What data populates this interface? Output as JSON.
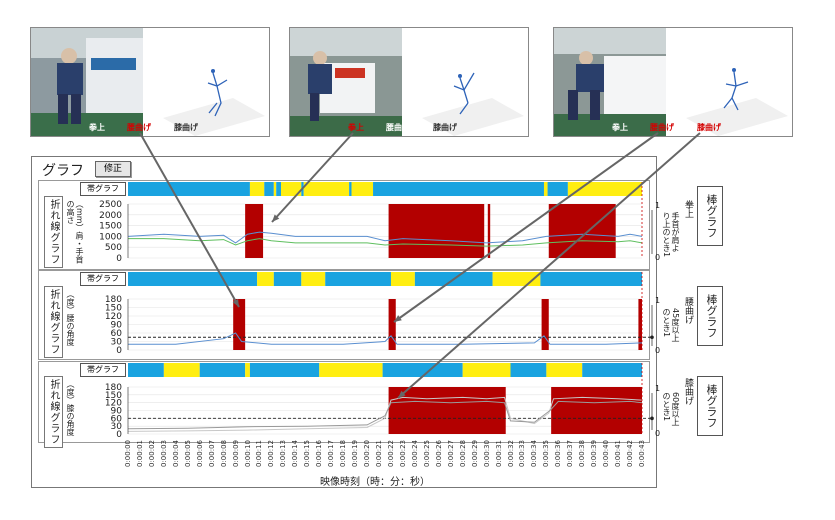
{
  "thumbnails": [
    {
      "labels": [
        {
          "text": "拳上",
          "color": "#ffffff"
        },
        {
          "text": "腰曲げ",
          "color": "#d40000"
        },
        {
          "text": "膝曲げ",
          "color": "#ffffff"
        }
      ]
    },
    {
      "labels": [
        {
          "text": "拳上",
          "color": "#d40000"
        },
        {
          "text": "腰曲げ",
          "color": "#ffffff"
        },
        {
          "text": "膝曲げ",
          "color": "#ffffff"
        }
      ]
    },
    {
      "labels": [
        {
          "text": "拳上",
          "color": "#ffffff"
        },
        {
          "text": "腰曲げ",
          "color": "#d40000"
        },
        {
          "text": "膝曲げ",
          "color": "#d40000"
        }
      ]
    }
  ],
  "window": {
    "title": "グラフ",
    "fix_button": "修正"
  },
  "band_label": "帯グラフ",
  "line_graph_label": "折れ線グラフ",
  "bar_graph_label": "棒グラフ",
  "x_axis_label": "映像時刻（時：分：秒）",
  "x_ticks": [
    "0:00:00",
    "0:00:01",
    "0:00:02",
    "0:00:03",
    "0:00:04",
    "0:00:05",
    "0:00:06",
    "0:00:07",
    "0:00:08",
    "0:00:09",
    "0:00:10",
    "0:00:11",
    "0:00:12",
    "0:00:13",
    "0:00:14",
    "0:00:15",
    "0:00:16",
    "0:00:17",
    "0:00:18",
    "0:00:19",
    "0:00:20",
    "0:00:21",
    "0:00:22",
    "0:00:23",
    "0:00:24",
    "0:00:25",
    "0:00:26",
    "0:00:27",
    "0:00:28",
    "0:00:29",
    "0:00:30",
    "0:00:31",
    "0:00:32",
    "0:00:33",
    "0:00:34",
    "0:00:35",
    "0:00:36",
    "0:00:37",
    "0:00:38",
    "0:00:39",
    "0:00:40",
    "0:00:41",
    "0:00:42",
    "0:00:43"
  ],
  "colors": {
    "band_blue": "#1aa3e0",
    "band_yellow": "#ffee11",
    "bar_red": "#b30000",
    "line_blue": "#5a8fd0",
    "line_green": "#5fbf5f"
  },
  "chart_data": [
    {
      "type": "line",
      "name": "raise",
      "ylabel": "（mm）肩・手首の高さ",
      "yticks": [
        "2500",
        "2000",
        "1500",
        "1000",
        "500",
        "0"
      ],
      "ylim": [
        0,
        2500
      ],
      "right_label": "拳上",
      "right_note": "手首が肩より上のとき1",
      "right_ticks": [
        "1",
        "0"
      ],
      "band": [
        [
          "b",
          0,
          10.2
        ],
        [
          "y",
          10.2,
          11.4
        ],
        [
          "b",
          11.4,
          12.2
        ],
        [
          "y",
          12.2,
          12.4
        ],
        [
          "b",
          12.4,
          12.8
        ],
        [
          "y",
          12.8,
          14.5
        ],
        [
          "b",
          14.5,
          14.7
        ],
        [
          "y",
          14.7,
          18.5
        ],
        [
          "b",
          18.5,
          18.7
        ],
        [
          "y",
          18.7,
          20.5
        ],
        [
          "b",
          20.5,
          34.8
        ],
        [
          "y",
          34.8,
          35.1
        ],
        [
          "b",
          35.1,
          36.8
        ],
        [
          "y",
          36.8,
          43
        ]
      ],
      "bars": [
        [
          9.8,
          11.3
        ],
        [
          21.8,
          29.8
        ],
        [
          30.1,
          30.3
        ],
        [
          35.2,
          40.8
        ]
      ],
      "series": [
        {
          "color": "line_blue",
          "points": [
            [
              0,
              1000
            ],
            [
              3,
              1100
            ],
            [
              6,
              1000
            ],
            [
              8,
              1050
            ],
            [
              9,
              700
            ],
            [
              10,
              1100
            ],
            [
              11,
              1200
            ],
            [
              12,
              1150
            ],
            [
              14,
              1000
            ],
            [
              16,
              1000
            ],
            [
              20,
              1000
            ],
            [
              21.5,
              800
            ],
            [
              23,
              900
            ],
            [
              27,
              800
            ],
            [
              30,
              700
            ],
            [
              33,
              800
            ],
            [
              35,
              1000
            ],
            [
              38,
              1100
            ],
            [
              41,
              1000
            ],
            [
              42,
              1100
            ],
            [
              43,
              1000
            ]
          ]
        },
        {
          "color": "line_green",
          "points": [
            [
              0,
              900
            ],
            [
              3,
              900
            ],
            [
              6,
              800
            ],
            [
              8,
              850
            ],
            [
              9,
              600
            ],
            [
              10,
              800
            ],
            [
              11,
              900
            ],
            [
              12,
              800
            ],
            [
              14,
              700
            ],
            [
              16,
              700
            ],
            [
              20,
              700
            ],
            [
              21.5,
              600
            ],
            [
              23,
              650
            ],
            [
              27,
              600
            ],
            [
              30,
              550
            ],
            [
              33,
              600
            ],
            [
              35,
              700
            ],
            [
              38,
              800
            ],
            [
              41,
              750
            ],
            [
              42,
              800
            ],
            [
              43,
              700
            ]
          ]
        }
      ]
    },
    {
      "type": "line",
      "name": "waist",
      "ylabel": "（度）腰の角度",
      "yticks": [
        "180",
        "150",
        "120",
        "90",
        "60",
        "30",
        "0"
      ],
      "ylim": [
        0,
        180
      ],
      "threshold": 45,
      "right_label": "腰曲げ",
      "right_note": "45度以上のとき1",
      "right_ticks": [
        "1",
        "0"
      ],
      "band": [
        [
          "b",
          0,
          10.8
        ],
        [
          "y",
          10.8,
          12.2
        ],
        [
          "b",
          12.2,
          14.5
        ],
        [
          "y",
          14.5,
          16.5
        ],
        [
          "b",
          16.5,
          22
        ],
        [
          "y",
          22,
          24
        ],
        [
          "b",
          24,
          30.5
        ],
        [
          "y",
          30.5,
          34.5
        ],
        [
          "b",
          34.5,
          43
        ]
      ],
      "bars": [
        [
          8.8,
          9.8
        ],
        [
          21.8,
          22.4
        ],
        [
          34.6,
          35.2
        ],
        [
          42.7,
          43
        ]
      ],
      "series": [
        {
          "color": "line_blue",
          "points": [
            [
              0,
              20
            ],
            [
              4,
              20
            ],
            [
              8,
              40
            ],
            [
              9,
              60
            ],
            [
              9.5,
              30
            ],
            [
              12,
              20
            ],
            [
              18,
              20
            ],
            [
              21.5,
              30
            ],
            [
              22,
              50
            ],
            [
              22.5,
              20
            ],
            [
              28,
              20
            ],
            [
              34,
              25
            ],
            [
              34.8,
              50
            ],
            [
              35.3,
              20
            ],
            [
              40,
              20
            ],
            [
              43,
              25
            ]
          ]
        }
      ]
    },
    {
      "type": "line",
      "name": "knee",
      "ylabel": "（度）膝の角度",
      "yticks": [
        "180",
        "150",
        "120",
        "90",
        "60",
        "30",
        "0"
      ],
      "ylim": [
        0,
        180
      ],
      "threshold": 60,
      "right_label": "膝曲げ",
      "right_note": "60度以上のとき1",
      "right_ticks": [
        "1",
        "0"
      ],
      "band": [
        [
          "b",
          0,
          3
        ],
        [
          "y",
          3,
          6
        ],
        [
          "b",
          6,
          9.8
        ],
        [
          "y",
          9.8,
          10.2
        ],
        [
          "b",
          10.2,
          16
        ],
        [
          "y",
          16,
          21.3
        ],
        [
          "b",
          21.3,
          28
        ],
        [
          "y",
          28,
          32
        ],
        [
          "b",
          32,
          35
        ],
        [
          "y",
          35,
          38
        ],
        [
          "b",
          38,
          43
        ]
      ],
      "bars": [
        [
          21.8,
          31.6
        ],
        [
          35.4,
          43
        ]
      ],
      "series": [
        {
          "color": "#c8c8c8",
          "points": [
            [
              0,
              10
            ],
            [
              5,
              12
            ],
            [
              10,
              15
            ],
            [
              15,
              20
            ],
            [
              20,
              25
            ],
            [
              21.5,
              60
            ],
            [
              22,
              130
            ],
            [
              23,
              140
            ],
            [
              25,
              135
            ],
            [
              28,
              140
            ],
            [
              30,
              135
            ],
            [
              31.5,
              140
            ],
            [
              32,
              60
            ],
            [
              34,
              40
            ],
            [
              35.2,
              80
            ],
            [
              35.6,
              135
            ],
            [
              38,
              140
            ],
            [
              41,
              135
            ],
            [
              43,
              130
            ]
          ]
        },
        {
          "color": "#9a9a9a",
          "points": [
            [
              0,
              20
            ],
            [
              5,
              22
            ],
            [
              10,
              28
            ],
            [
              15,
              30
            ],
            [
              20,
              35
            ],
            [
              21.5,
              70
            ],
            [
              22,
              120
            ],
            [
              24,
              125
            ],
            [
              27,
              120
            ],
            [
              30,
              125
            ],
            [
              31.5,
              120
            ],
            [
              32,
              50
            ],
            [
              34,
              45
            ],
            [
              35.3,
              90
            ],
            [
              36,
              125
            ],
            [
              39,
              120
            ],
            [
              42,
              125
            ],
            [
              43,
              120
            ]
          ]
        }
      ]
    }
  ]
}
